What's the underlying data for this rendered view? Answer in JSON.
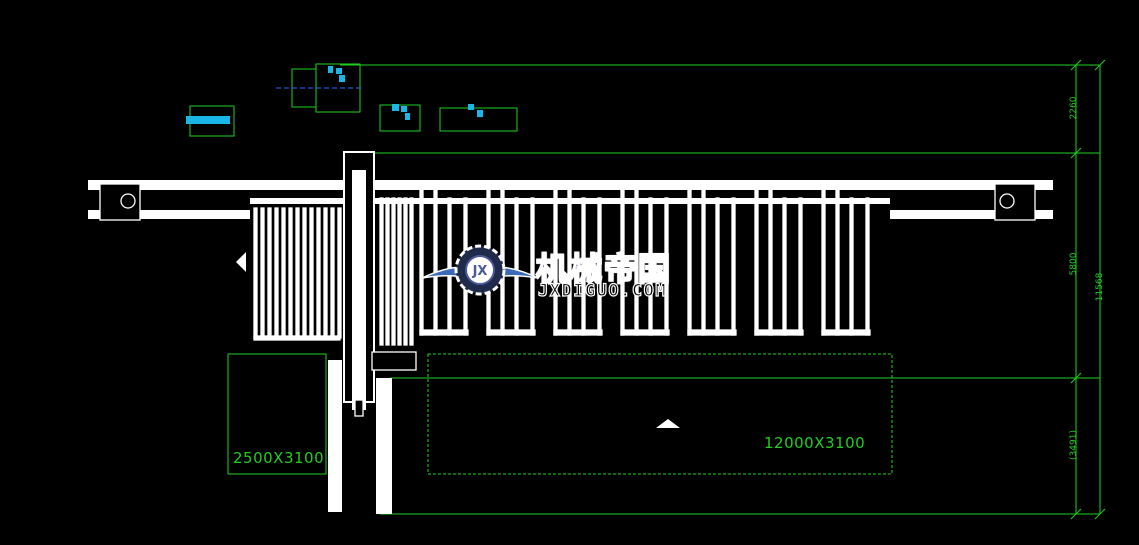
{
  "drawing": {
    "background": "#000000",
    "line_color": "#1fcf1f",
    "machine_color": "#ffffff",
    "label_color": "#19b6e6"
  },
  "dimensions": {
    "top_segment": "2260",
    "middle_segment": "5800",
    "bottom_segment": "(3491)",
    "overall": "11568"
  },
  "areas": {
    "left_area": "2500X3100",
    "right_area": "12000X3100"
  },
  "watermark": {
    "brand_cn": "机械帝国",
    "brand_en": "JXDIGUO.COM",
    "logo_letters": "JX"
  }
}
